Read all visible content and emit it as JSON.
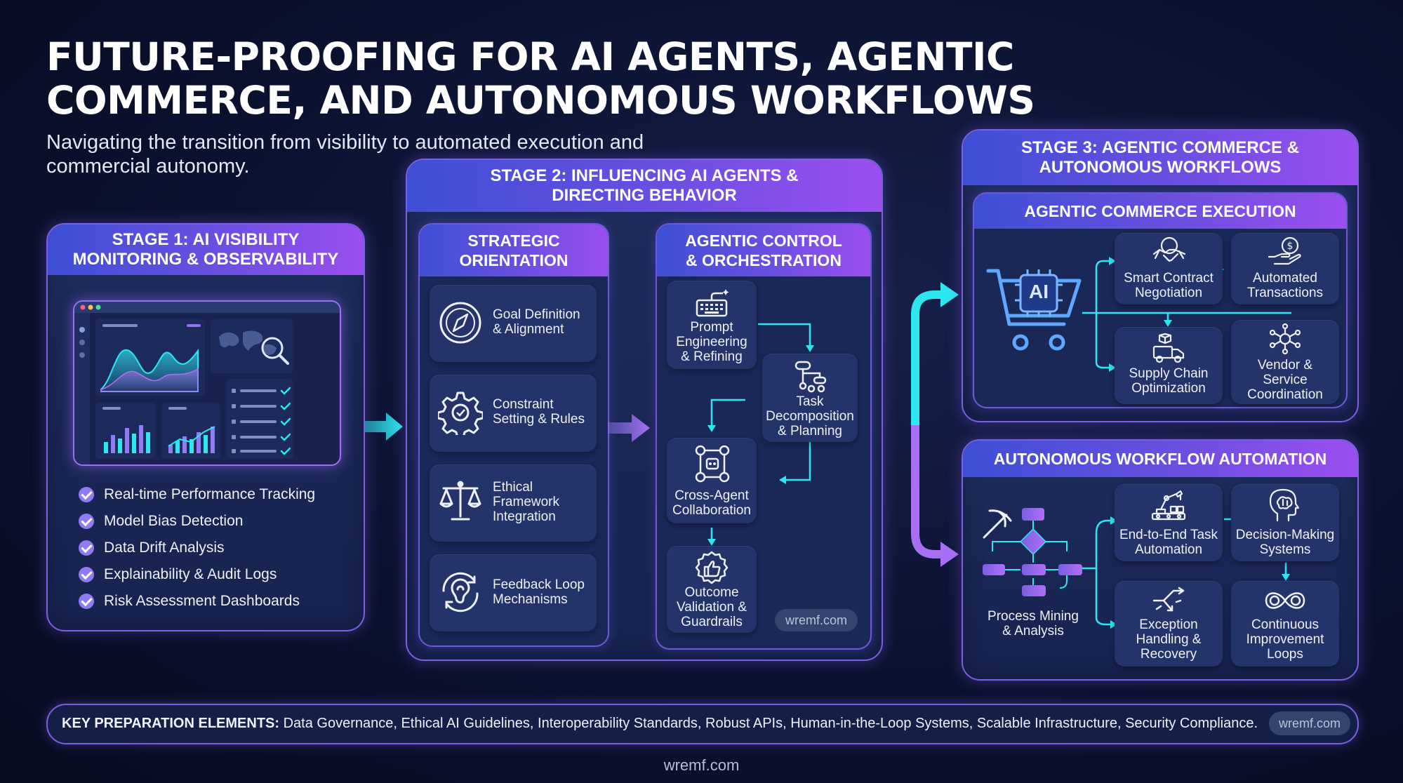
{
  "header": {
    "title": "FUTURE-PROOFING FOR AI AGENTS, AGENTIC COMMERCE, AND AUTONOMOUS WORKFLOWS",
    "subtitle": "Navigating the transition from visibility to automated execution and commercial autonomy."
  },
  "stage1": {
    "title": "STAGE 1: AI VISIBILITY\nMONITORING & OBSERVABILITY",
    "checklist": [
      "Real-time Performance Tracking",
      "Model Bias Detection",
      "Data Drift Analysis",
      "Explainability & Audit Logs",
      "Risk Assessment Dashboards"
    ]
  },
  "stage2": {
    "title": "STAGE 2: INFLUENCING AI AGENTS &\nDIRECTING BEHAVIOR",
    "strategic": {
      "title": "STRATEGIC\nORIENTATION",
      "items": [
        {
          "label": "Goal Definition\n& Alignment",
          "icon": "compass-icon"
        },
        {
          "label": "Constraint\nSetting & Rules",
          "icon": "gear-icon"
        },
        {
          "label": "Ethical\nFramework\nIntegration",
          "icon": "scales-icon"
        },
        {
          "label": "Feedback Loop\nMechanisms",
          "icon": "ear-icon"
        }
      ]
    },
    "control": {
      "title": "AGENTIC CONTROL\n& ORCHESTRATION",
      "items": [
        {
          "label": "Prompt\nEngineering\n& Refining",
          "icon": "keyboard-icon"
        },
        {
          "label": "Task\nDecomposition\n& Planning",
          "icon": "flowchart-icon"
        },
        {
          "label": "Cross-Agent\nCollaboration",
          "icon": "team-icon"
        },
        {
          "label": "Outcome\nValidation &\nGuardrails",
          "icon": "thumbs-up-icon"
        }
      ],
      "watermark": "wremf.com"
    }
  },
  "stage3": {
    "title": "STAGE 3: AGENTIC COMMERCE &\nAUTONOMOUS WORKFLOWS",
    "commerce": {
      "title": "AGENTIC COMMERCE EXECUTION",
      "cart_label": "AI",
      "items": [
        {
          "label": "Smart Contract\nNegotiation",
          "icon": "handshake-icon"
        },
        {
          "label": "Automated\nTransactions",
          "icon": "money-hand-icon"
        },
        {
          "label": "Supply Chain\nOptimization",
          "icon": "delivery-truck-icon"
        },
        {
          "label": "Vendor &\nService\nCoordination",
          "icon": "network-icon"
        }
      ]
    },
    "workflow": {
      "title": "AUTONOMOUS WORKFLOW AUTOMATION",
      "process_label": "Process Mining\n& Analysis",
      "items": [
        {
          "label": "End-to-End Task\nAutomation",
          "icon": "robot-arm-icon"
        },
        {
          "label": "Decision-Making\nSystems",
          "icon": "brain-head-icon"
        },
        {
          "label": "Exception\nHandling &\nRecovery",
          "icon": "split-arrow-icon"
        },
        {
          "label": "Continuous\nImprovement\nLoops",
          "icon": "infinity-icon"
        }
      ]
    }
  },
  "key_bar": {
    "label": "KEY PREPARATION ELEMENTS:",
    "text": " Data Governance, Ethical AI Guidelines, Interoperability Standards, Robust APIs, Human-in-the-Loop Systems, Scalable Infrastructure, Security Compliance.",
    "watermark": "wremf.com"
  },
  "footer": "wremf.com",
  "colors": {
    "accent": "#8f7cf5",
    "cyan": "#2ee6f0",
    "purple": "#9b4ff0",
    "bg": "#0b1230"
  }
}
